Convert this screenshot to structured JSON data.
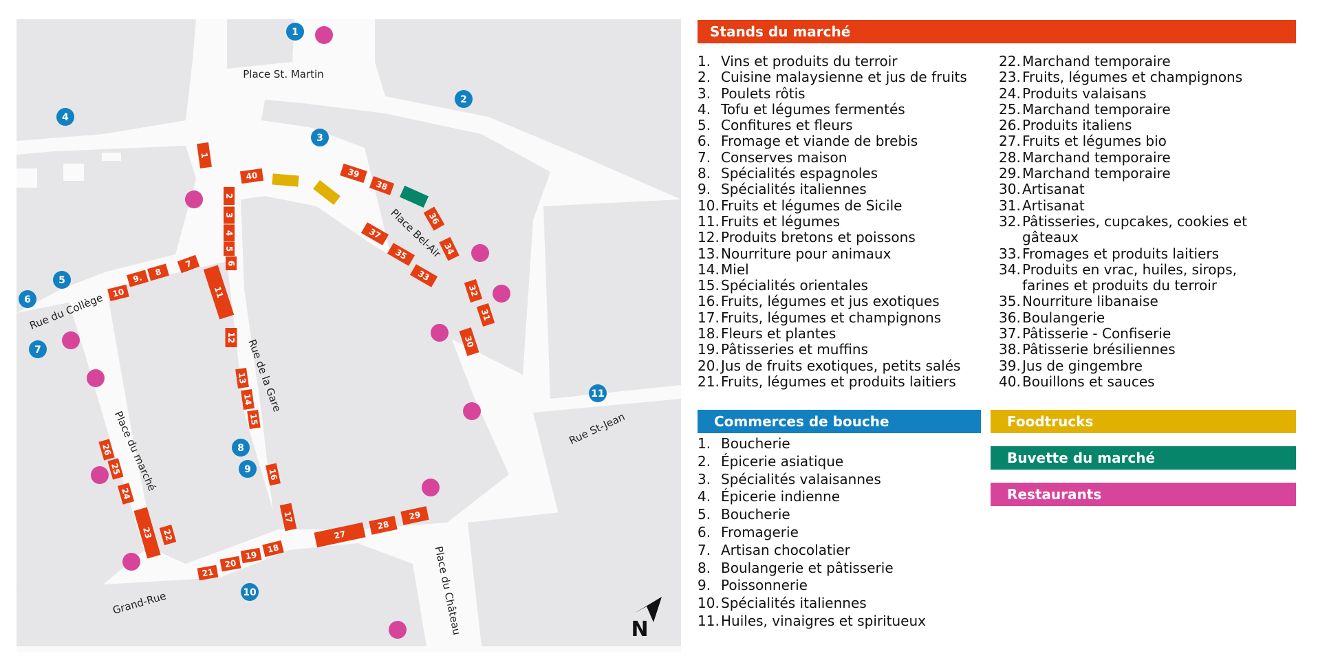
{
  "colors": {
    "stand": "#e43e12",
    "commerce": "#1280c1",
    "foodtruck": "#e0b100",
    "buvette": "#07856a",
    "restaurant": "#d7459a",
    "building": "#e6e6e8",
    "street": "#fafafa"
  },
  "map": {
    "streets": {
      "place_st_martin": "Place St. Martin",
      "rue_du_college": "Rue du Collège",
      "place_du_marche": "Place du marché",
      "rue_de_la_gare": "Rue de la Gare",
      "place_bel_air": "Place Bel-Air",
      "rue_st_jean": "Rue St-Jean",
      "grand_rue": "Grand-Rue",
      "place_du_chateau": "Place du Château"
    },
    "north_label": "N",
    "stands": [
      "1",
      "2",
      "3",
      "4",
      "5",
      "6",
      "7",
      "8",
      "9.",
      "10",
      "11",
      "12",
      "13",
      "14",
      "15",
      "16",
      "17",
      "18",
      "19",
      "20",
      "21",
      "22",
      "23",
      "24",
      "25",
      "26",
      "27",
      "28",
      "29",
      "30",
      "31",
      "32",
      "33",
      "34",
      "35",
      "36",
      "37",
      "38",
      "39",
      "40"
    ],
    "commerces": [
      "1",
      "2",
      "3",
      "4",
      "5",
      "6",
      "7",
      "8",
      "9",
      "10",
      "11"
    ]
  },
  "legend": {
    "stands": {
      "title": "Stands du marché",
      "items": [
        {
          "n": "1.",
          "t": "Vins et produits du terroir"
        },
        {
          "n": "2.",
          "t": "Cuisine malaysienne et jus de fruits"
        },
        {
          "n": "3.",
          "t": "Poulets rôtis"
        },
        {
          "n": "4.",
          "t": "Tofu et légumes fermentés"
        },
        {
          "n": "5.",
          "t": "Confitures et fleurs"
        },
        {
          "n": "6.",
          "t": "Fromage et viande de brebis"
        },
        {
          "n": "7.",
          "t": "Conserves maison"
        },
        {
          "n": "8.",
          "t": "Spécialités espagnoles"
        },
        {
          "n": "9.",
          "t": "Spécialités italiennes"
        },
        {
          "n": "10.",
          "t": "Fruits et légumes de Sicile"
        },
        {
          "n": "11.",
          "t": "Fruits et légumes"
        },
        {
          "n": "12.",
          "t": "Produits bretons et poissons"
        },
        {
          "n": "13.",
          "t": "Nourriture pour animaux"
        },
        {
          "n": "14.",
          "t": "Miel"
        },
        {
          "n": "15.",
          "t": "Spécialités orientales"
        },
        {
          "n": "16.",
          "t": "Fruits, légumes et jus exotiques"
        },
        {
          "n": "17.",
          "t": "Fruits, légumes et champignons"
        },
        {
          "n": "18.",
          "t": "Fleurs et plantes"
        },
        {
          "n": "19.",
          "t": "Pâtisseries et muffins"
        },
        {
          "n": "20.",
          "t": "Jus de fruits exotiques, petits salés"
        },
        {
          "n": "21.",
          "t": "Fruits, légumes et produits laitiers"
        },
        {
          "n": "22.",
          "t": "Marchand temporaire"
        },
        {
          "n": "23.",
          "t": "Fruits, légumes et champignons"
        },
        {
          "n": "24.",
          "t": "Produits valaisans"
        },
        {
          "n": "25.",
          "t": "Marchand temporaire"
        },
        {
          "n": "26.",
          "t": "Produits italiens"
        },
        {
          "n": "27.",
          "t": "Fruits et légumes bio"
        },
        {
          "n": "28.",
          "t": "Marchand temporaire"
        },
        {
          "n": "29.",
          "t": "Marchand temporaire"
        },
        {
          "n": "30.",
          "t": "Artisanat"
        },
        {
          "n": "31.",
          "t": "Artisanat"
        },
        {
          "n": "32.",
          "t": "Pâtisseries, cupcakes, cookies et gâteaux"
        },
        {
          "n": "33.",
          "t": "Fromages et produits laitiers"
        },
        {
          "n": "34.",
          "t": "Produits en vrac, huiles, sirops,\nfarines et produits du terroir"
        },
        {
          "n": "35.",
          "t": "Nourriture libanaise"
        },
        {
          "n": "36.",
          "t": "Boulangerie"
        },
        {
          "n": "37.",
          "t": "Pâtisserie - Confiserie"
        },
        {
          "n": "38.",
          "t": "Pâtisserie brésiliennes"
        },
        {
          "n": "39.",
          "t": "Jus de gingembre"
        },
        {
          "n": "40.",
          "t": "Bouillons et sauces"
        }
      ]
    },
    "commerces": {
      "title": "Commerces de bouche",
      "items": [
        {
          "n": "1.",
          "t": "Boucherie"
        },
        {
          "n": "2.",
          "t": "Épicerie asiatique"
        },
        {
          "n": "3.",
          "t": "Spécialités valaisannes"
        },
        {
          "n": "4.",
          "t": "Épicerie indienne"
        },
        {
          "n": "5.",
          "t": "Boucherie"
        },
        {
          "n": "6.",
          "t": "Fromagerie"
        },
        {
          "n": "7.",
          "t": "Artisan chocolatier"
        },
        {
          "n": "8.",
          "t": "Boulangerie et pâtisserie"
        },
        {
          "n": "9.",
          "t": "Poissonnerie"
        },
        {
          "n": "10.",
          "t": "Spécialités italiennes"
        },
        {
          "n": "11.",
          "t": "Huiles, vinaigres et spiritueux"
        }
      ]
    },
    "foodtrucks": {
      "title": "Foodtrucks"
    },
    "buvette": {
      "title": "Buvette du marché"
    },
    "restaurants": {
      "title": "Restaurants"
    }
  }
}
